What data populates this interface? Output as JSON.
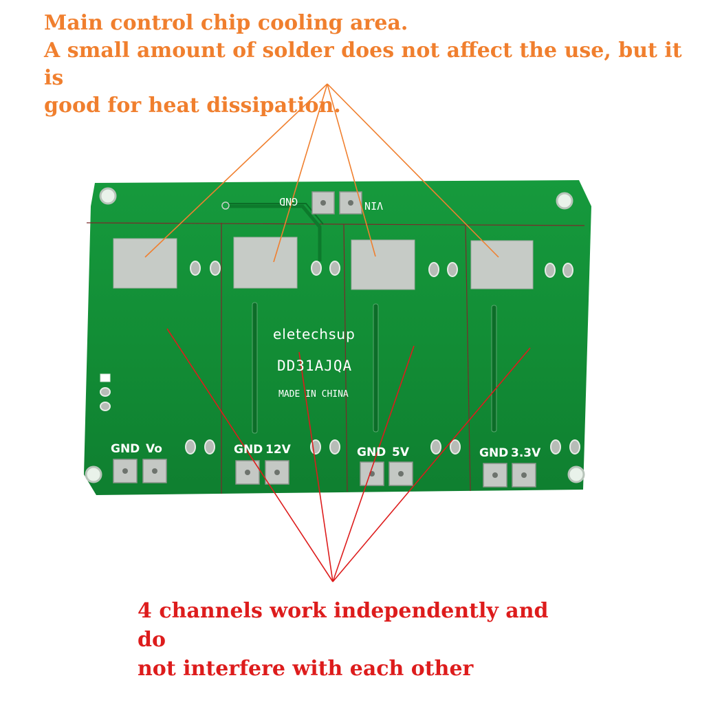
{
  "annotations": {
    "top_caption": {
      "lines": [
        "Main control chip cooling area.",
        "A small amount of solder does not affect the use, but it is",
        "good for heat dissipation."
      ],
      "color": "#f07f2e"
    },
    "bottom_caption": {
      "lines": [
        "4 channels work independently and do",
        "not interfere with each other"
      ],
      "color": "#dd1c1c"
    }
  },
  "board": {
    "brand": "eletechsup",
    "model": "DD31AJQA",
    "origin": "MADE IN CHINA",
    "input_labels": {
      "gnd": "GND",
      "vin": "VIN"
    },
    "channels": [
      {
        "gnd": "GND",
        "out": "Vo"
      },
      {
        "gnd": "GND",
        "out": "12V"
      },
      {
        "gnd": "GND",
        "out": "5V"
      },
      {
        "gnd": "GND",
        "out": "3.3V"
      }
    ],
    "colors": {
      "pcb": "#128c35",
      "silkscreen": "#ffffff",
      "pad": "#c4c8c4",
      "mounting_hole": "#ffffff"
    }
  }
}
